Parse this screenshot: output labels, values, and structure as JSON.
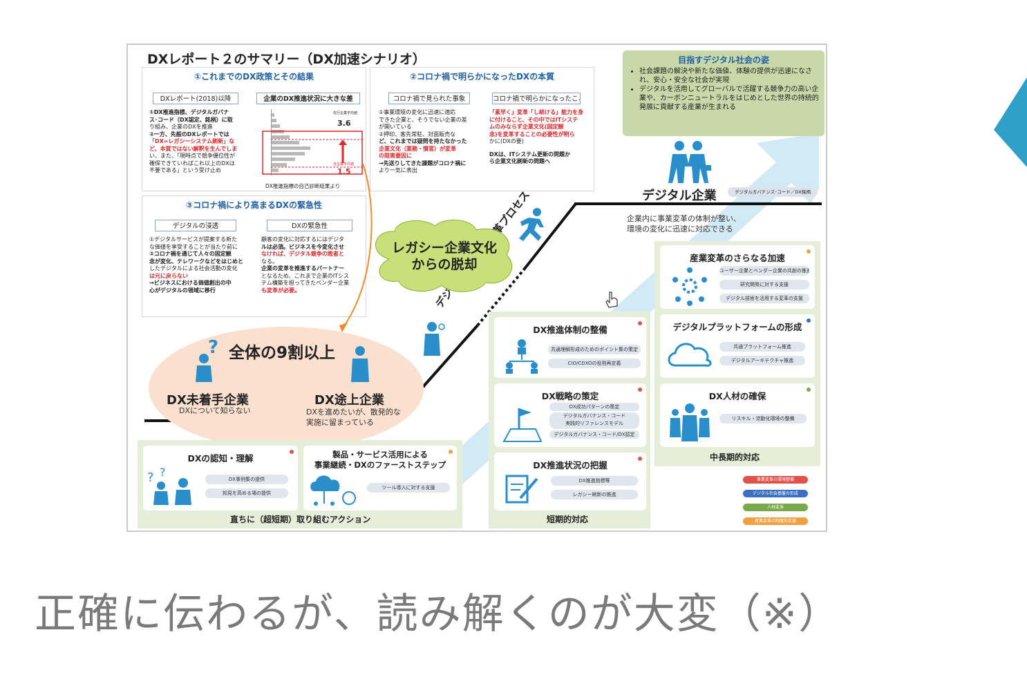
{
  "slide": {
    "title": "DXレポート２のサマリー（DX加速シナリオ）",
    "panel1": {
      "title": "①これまでのDX政策とその結果",
      "tag_left": "DXレポート(2018)以降",
      "tag_right": "企業のDX推進状況に大きな差",
      "body_lines": [
        "①DX推進指標、デジタルガバナ",
        "ス･コード（DX認定、銘柄）に取",
        "り組み、企業のDXを推進",
        "②一方、先般のDXレポートでは",
        "「DX=レガシーシステム刷新」な",
        "ど、本質ではない解釈を生んでしま",
        "い、また、「現時点で競争優位性が",
        "確保できていればこれ以上のDXは",
        "不要である」という受け止め"
      ],
      "chart_caption": "DX推進指標の自己診断結果より",
      "chart_top_value": "3.6",
      "chart_bottom_value": "1.5",
      "chart_top_note": "先行企業平均値",
      "chart_bottom_note": "全企業平均値"
    },
    "panel2": {
      "title": "②コロナ禍で明らかになったDXの本質",
      "tag_left": "コロナ禍で見られた事象",
      "tag_right": "コロナ禍で明らかになったこと",
      "left_lines": [
        "①事業環境の変化に迅速に適応",
        "できた企業と、そうでない企業の差",
        "が開いている",
        "②押印、客先常駐、対面販売な",
        "ど、これまでは疑問を持たなかった",
        "企業文化（業務・慣習）が変革",
        "の阻害要因に",
        "→先送りしてきた課題がコロナ禍に",
        "より一気に表出"
      ],
      "right_lines": [
        "「素早く」変革「し続ける」能力を身",
        "に付けること、その中ではITシステ",
        "ムのみならず企業文化(固定観",
        "念)を変革することの必要性が明ら",
        "かに(DXの要)",
        "",
        "DXは、ITシステム更新の問題か",
        "ら企業文化刷新の問題へ"
      ]
    },
    "panel3": {
      "title": "③コロナ禍により高まるDXの緊急性",
      "tag_left": "デジタルの浸透",
      "tag_right": "DXの緊急性",
      "left_lines": [
        "①デジタルサービスが提案する新た",
        "な価値を享受することが当たり前に",
        "②コロナ禍を通じて人々の固定観",
        "念が変化、テレワークなどをはじめと",
        "したデジタルによる社会活動の変化",
        "は元に戻らない",
        "→ビジネスにおける価値創出の中",
        "心がデジタルの領域に移行"
      ],
      "right_lines": [
        "顧客の変化に対応するにはデジタ",
        "ルは必須。ビジネスを今変化させ",
        "なければ、デジタル競争の敗者と",
        "なる。",
        "企業の変革を推進するパートナー",
        "となるため、これまで企業のITシス",
        "テム構築を担ってきたベンダー企業",
        "も変革が必要。"
      ]
    },
    "goal": {
      "title": "目指すデジタル社会の姿",
      "bullets": [
        "社会課題の解決や新たな価値、体験の提供が迅速になされ、安心・安全な社会が実現",
        "デジタルを活用してグローバルで活躍する競争力の高い企業や、カーボンニュートラルをはじめとした世界の持続的発展に貢献する産業が生まれる"
      ]
    },
    "legacy_bubble": [
      "レガシー企業文化",
      "からの脱却"
    ],
    "process_label": "デジタル企業への変革プロセス",
    "majority": "全体の9割以上",
    "levels": {
      "digital": {
        "label": "デジタル企業",
        "tag": "デジタルガバナンス･コード／DX銘柄",
        "desc": [
          "企業内に事業変革の体制が整い、",
          "環境の変化に迅速に対応できる"
        ]
      },
      "mid": {
        "label": "DX途上企業",
        "desc": [
          "DXを進めたいが、散発的な",
          "実施に留まっている"
        ]
      },
      "none": {
        "label": "DX未着手企業",
        "desc": [
          "DXについて知らない"
        ]
      }
    },
    "cards": {
      "awareness": {
        "title": "DXの認知・理解",
        "pills": [
          "DX事例集の提供",
          "知見を高める場の提供"
        ]
      },
      "first_step": {
        "title_lines": [
          "製品・サービス活用による",
          "事業継続・DXのファーストステップ"
        ],
        "pills": [
          "ツール導入に対する支援"
        ]
      },
      "structure": {
        "title": "DX推進体制の整備",
        "pills": [
          "共通理解形成のためのポイント集の策定",
          "CIO/CDXOの役割再定義"
        ]
      },
      "strategy": {
        "title": "DX戦略の策定",
        "pills": [
          "DX成功パターンの策定",
          "デジタルガバナンス・コード",
          "実践的リファレンスモデル",
          "デジタルガバナンス・コード/DX認定"
        ]
      },
      "status": {
        "title": "DX推進状況の把握",
        "pills": [
          "DX推進指標等",
          "レガシー刷新の推進"
        ]
      },
      "acceleration": {
        "title": "産業変革のさらなる加速",
        "pills": [
          "ユーザー企業とベンダー企業の共創の推進",
          "研究開発に対する支援",
          "デジタル技術を活用する変革の支援"
        ]
      },
      "platform": {
        "title": "デジタルプラットフォームの形成",
        "pills": [
          "共通プラットフォーム推進",
          "デジタルアーキテクチャ推進"
        ]
      },
      "talent": {
        "title": "DX人材の確保",
        "pills": [
          "リスキル・流動化環境の整備"
        ]
      }
    },
    "sections": {
      "immediate": "直ちに（超短期）取り組むアクション",
      "short": "短期的対応",
      "mid_long": "中長期的対応"
    },
    "legend": [
      {
        "label": "事業変革の環境整備",
        "color": "#e0524a"
      },
      {
        "label": "デジタル社会基盤の形成",
        "color": "#3a6fc4"
      },
      {
        "label": "人材変革",
        "color": "#7aa84a"
      },
      {
        "label": "産業変革の制度的支援",
        "color": "#f0a040"
      }
    ],
    "colors": {
      "accent_blue": "#1f5fa8",
      "red": "#e0262b",
      "figure_blue": "#2a8ecb",
      "arrow_blue": "#8cc8e8"
    }
  },
  "caption": "正確に伝わるが、読み解くのが大変（※）"
}
